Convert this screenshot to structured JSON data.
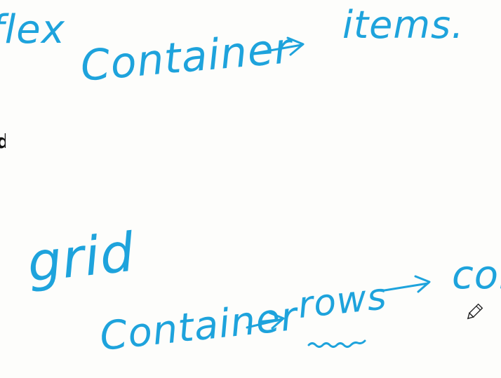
{
  "ink_color": "#1ea3dc",
  "cut_edge_mark": "d",
  "notes": {
    "flex_label": "flex",
    "flex_container": "Container",
    "flex_items": "items.",
    "grid_label": "grid",
    "grid_container": "Container",
    "grid_rows": "rows",
    "grid_cols": "col"
  },
  "tool_icon": "pencil-cursor-icon"
}
